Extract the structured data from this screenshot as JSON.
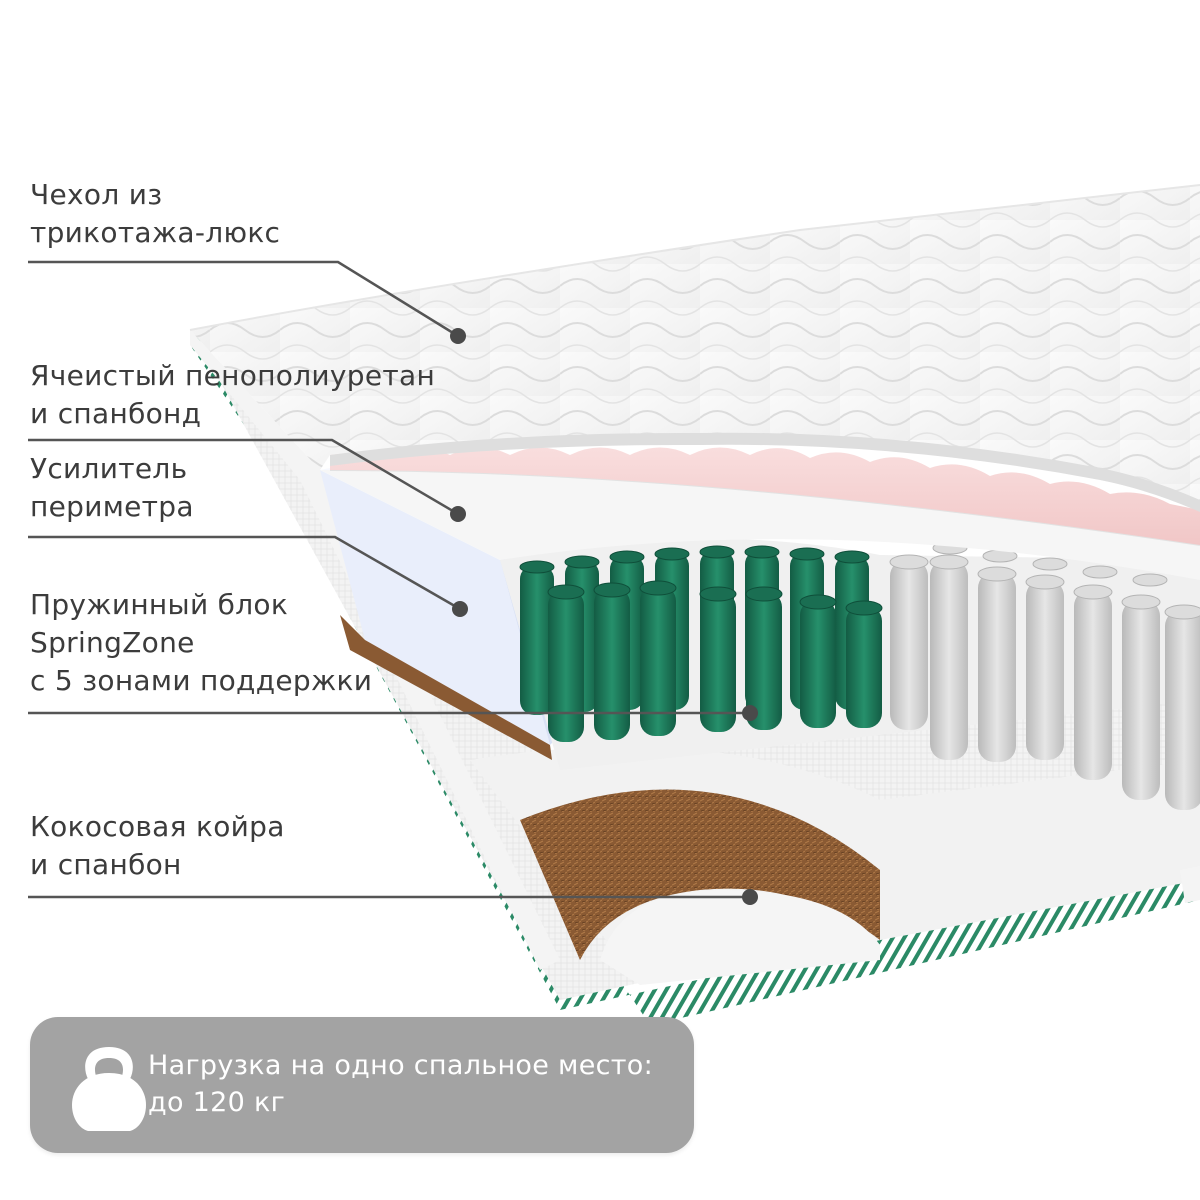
{
  "layers": [
    {
      "line1": "Чехол из",
      "line2": "трикотажа-люкс"
    },
    {
      "line1": "Ячеистый пенополиуретан",
      "line2": "и спанбонд"
    },
    {
      "line1": "Усилитель",
      "line2": "периметра"
    },
    {
      "line1": "Пружинный блок",
      "line2": "SpringZone",
      "line3": "с 5 зонами поддержки"
    },
    {
      "line1": "Кокосовая койра",
      "line2": "и спанбон"
    }
  ],
  "load": {
    "icon": "kettlebell-icon",
    "line1": "Нагрузка на одно спальное место:",
    "line2": "до 120 кг"
  },
  "colors": {
    "label_text": "#3c3c3c",
    "callout_line": "#555555",
    "badge_background": "#a3a3a3",
    "spring_green": "#1e7a5c",
    "spring_grey": "#d4d4d4",
    "foam_pink": "#f6d3d3",
    "coir_brown": "#8a5a33",
    "perimeter_blue": "#e9eefb"
  }
}
